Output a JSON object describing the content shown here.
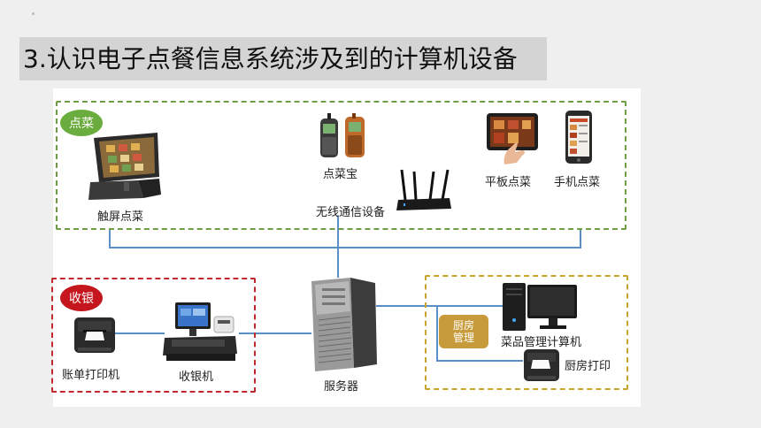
{
  "slide": {
    "title": "3.认识电子点餐信息系统涉及到的计算机设备"
  },
  "zones": {
    "order": {
      "badge": "点菜",
      "color": "#6e9e43"
    },
    "cashier": {
      "badge": "收银",
      "color": "#c0282e"
    },
    "kitchen": {
      "badge_line1": "厨房",
      "badge_line2": "管理",
      "color": "#c9a42c"
    }
  },
  "devices": {
    "touch_pos": "触屏点菜",
    "order_handset": "点菜宝",
    "wireless": "无线通信设备",
    "tablet": "平板点菜",
    "phone": "手机点菜",
    "bill_printer": "账单打印机",
    "cash_register": "收银机",
    "server": "服务器",
    "kitchen_pc": "菜品管理计算机",
    "kitchen_printer": "厨房打印"
  },
  "colors": {
    "wire": "#5b8fc7"
  }
}
